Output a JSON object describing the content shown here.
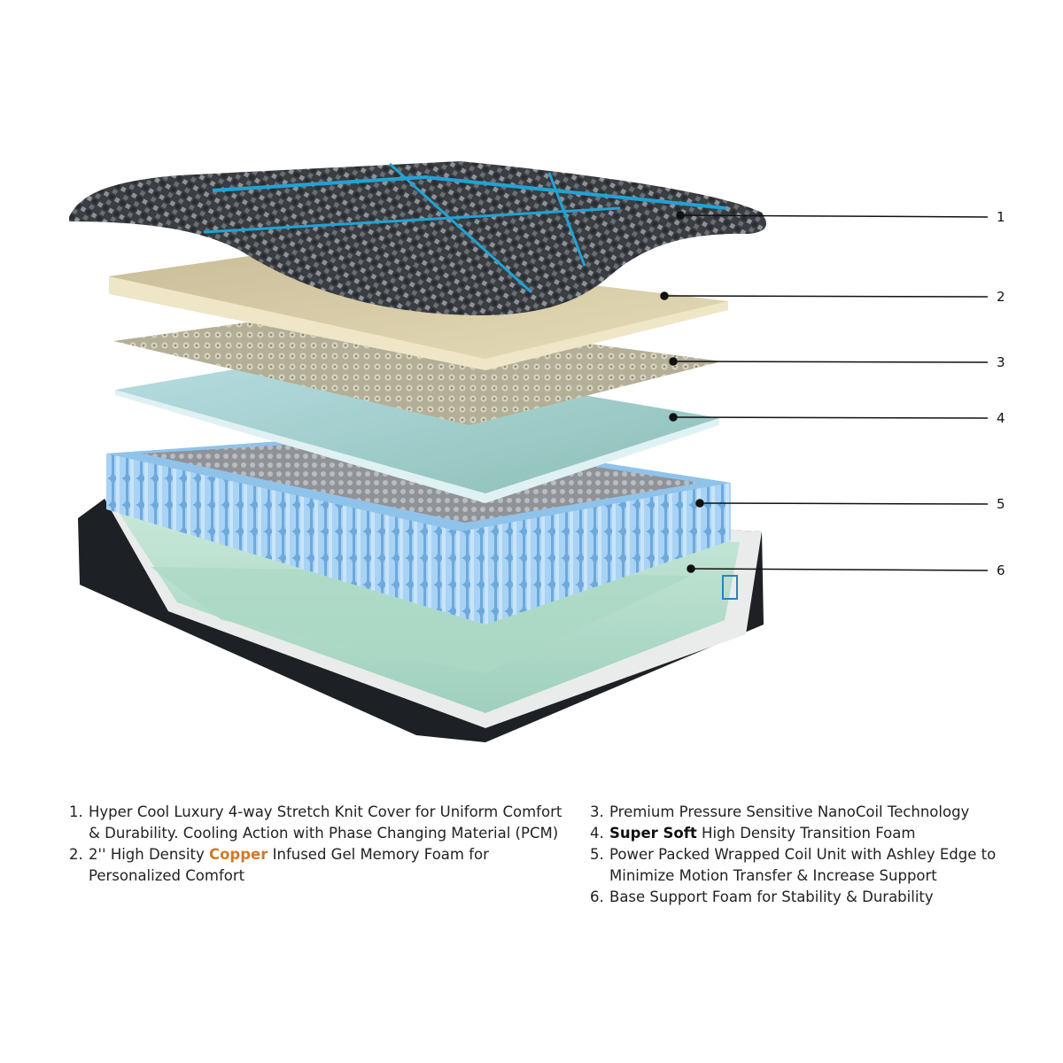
{
  "callouts": [
    {
      "label": "1"
    },
    {
      "label": "2"
    },
    {
      "label": "3"
    },
    {
      "label": "4"
    },
    {
      "label": "5"
    },
    {
      "label": "6"
    }
  ],
  "legend": {
    "items": [
      {
        "num": "1.",
        "parts": [
          {
            "text": "Hyper Cool Luxury 4-way Stretch Knit Cover for Uniform Comfort & Durability. Cooling Action with Phase Changing Material (PCM)",
            "style": "plain"
          }
        ]
      },
      {
        "num": "2.",
        "parts": [
          {
            "text": "2'' High Density ",
            "style": "plain"
          },
          {
            "text": "Copper",
            "style": "copper"
          },
          {
            "text": " Infused Gel Memory Foam for Personalized Comfort",
            "style": "plain"
          }
        ]
      },
      {
        "num": "3.",
        "parts": [
          {
            "text": "Premium Pressure Sensitive NanoCoil Technology",
            "style": "plain"
          }
        ]
      },
      {
        "num": "4.",
        "parts": [
          {
            "text": "Super Soft",
            "style": "bold"
          },
          {
            "text": " High Density Transition Foam",
            "style": "plain"
          }
        ]
      },
      {
        "num": "5.",
        "parts": [
          {
            "text": "Power Packed Wrapped Coil Unit with Ashley Edge to Minimize Motion Transfer & Increase Support",
            "style": "plain"
          }
        ]
      },
      {
        "num": "6.",
        "parts": [
          {
            "text": "Base Support Foam for Stability & Durability",
            "style": "plain"
          }
        ]
      }
    ]
  },
  "colors": {
    "copper_accent": "#d07a2a",
    "cover_dark": "#3a3d42",
    "cover_blue_stripe": "#1fa3d6",
    "memory_foam": "#d6c59c",
    "nanocoil": "#b8b39b",
    "transition_foam": "#9ecdc8",
    "coils": "#8fc3ea",
    "base_foam": "#b9e0cf",
    "base_shell": "#1d2024"
  }
}
